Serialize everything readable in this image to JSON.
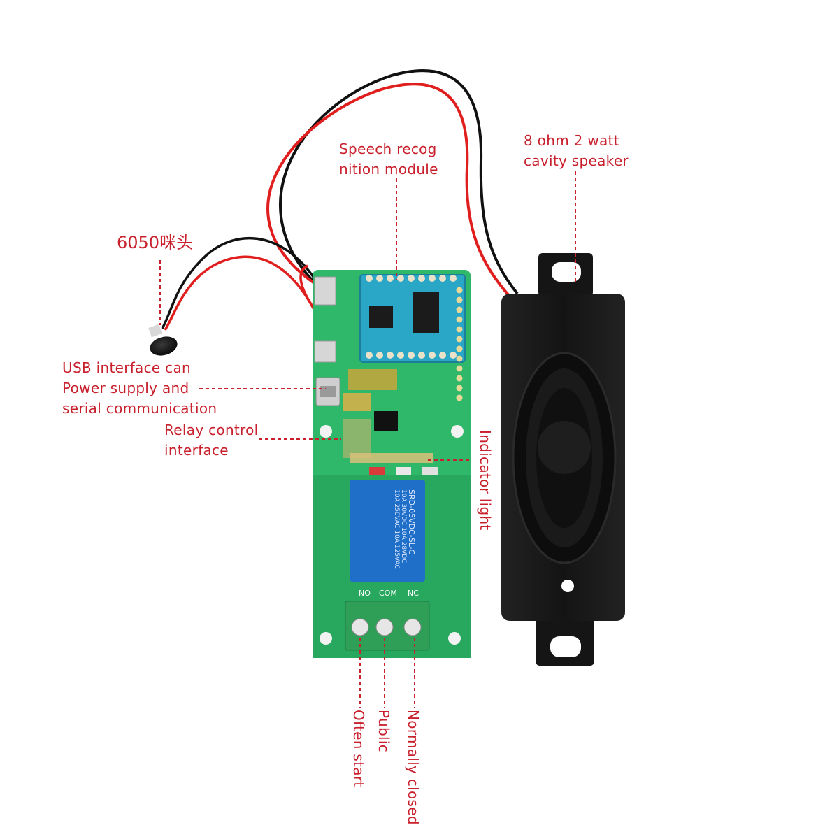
{
  "labels": {
    "speech_module": {
      "line1": "Speech recog",
      "line2": "nition module"
    },
    "speaker": {
      "line1": "8 ohm 2 watt",
      "line2": "cavity speaker"
    },
    "microphone": "6050咪头",
    "usb": {
      "line1": "USB interface can",
      "line2": "Power supply and",
      "line3": "serial communication"
    },
    "relay_control": {
      "line1": "Relay control",
      "line2": "interface"
    },
    "indicator": "Indicator light",
    "terminal_no": "Often start",
    "terminal_com": "Public",
    "terminal_nc": "Normally closed"
  },
  "board_markings": {
    "terminals": [
      "NO",
      "COM",
      "NC"
    ],
    "relay_text": [
      "SRD-05VDC-SL-C",
      "10A 250VAC 10A 125VAC",
      "10A 30VDC 10A 28VDC"
    ]
  },
  "colors": {
    "label": "#c8202c",
    "leader": "#c8202c",
    "pcb": "#2fb86a",
    "relay": "#1f6fc9",
    "terminal_block": "#2f9e57",
    "speaker": "#161616",
    "wire_red": "#e01e1e",
    "wire_black": "#111111"
  }
}
